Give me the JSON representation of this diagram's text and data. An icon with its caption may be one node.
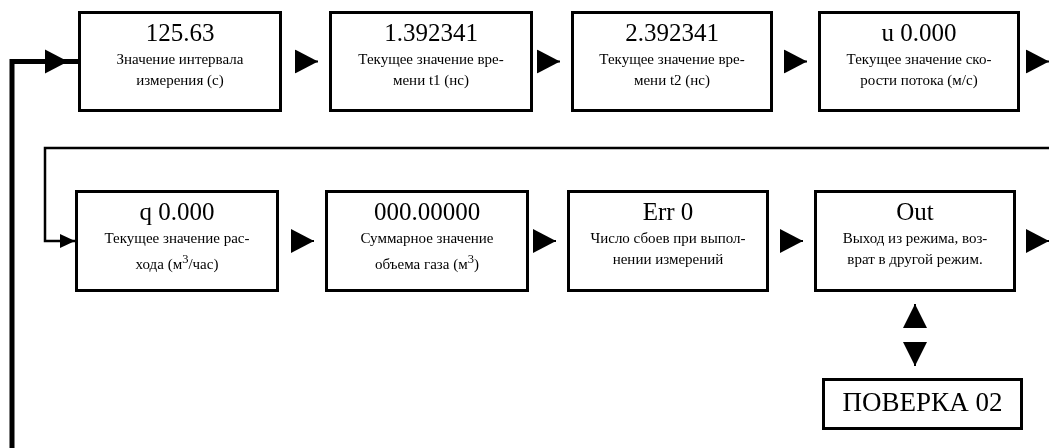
{
  "diagram": {
    "nodes": [
      {
        "text": [
          "125.63",
          "Значение интервала измерения (с)"
        ]
      },
      {
        "text": [
          "1.392341",
          "Текущее значение вре- мени t1 (нс)"
        ]
      },
      {
        "text": [
          "2.392341",
          "Текущее значение вре- мени t2 (нс)"
        ]
      },
      {
        "text": [
          "u 0.000",
          "Текущее значение ско- рости потока (м/с)"
        ]
      },
      {
        "text": [
          "q 0.000",
          "Текущее значение рас- хода (м$^{3}$/час)"
        ]
      },
      {
        "text": [
          "000.00000",
          "Суммарное значение объема газа (м$^{3}$)"
        ]
      },
      {
        "text": [
          "Err 0",
          "Число сбоев при выпол- нении измерений"
        ]
      },
      {
        "text": [
          "Out",
          "Выход из режима, воз- врат в другой режим."
        ]
      },
      {
        "text": [
          "ПОВЕРКА 02"
        ]
      }
    ],
    "edges": [
      {
        "from": 0,
        "to": 1,
        "arrow": "to"
      },
      {
        "from": 1,
        "to": 2,
        "arrow": "to"
      },
      {
        "from": 2,
        "to": 3,
        "arrow": "to"
      },
      {
        "from": 3,
        "to": null,
        "arrow": "to"
      },
      {
        "from": null,
        "to": 4,
        "arrow": "to"
      },
      {
        "from": 4,
        "to": 5,
        "arrow": "to"
      },
      {
        "from": 5,
        "to": 6,
        "arrow": "to"
      },
      {
        "from": 6,
        "to": 7,
        "arrow": "to"
      },
      {
        "from": 7,
        "to": null,
        "arrow": "to"
      },
      {
        "from": 7,
        "to": 8,
        "arrow": "both"
      },
      {
        "from": null,
        "to": 0,
        "arrow": "to",
        "style": "thick"
      }
    ]
  }
}
